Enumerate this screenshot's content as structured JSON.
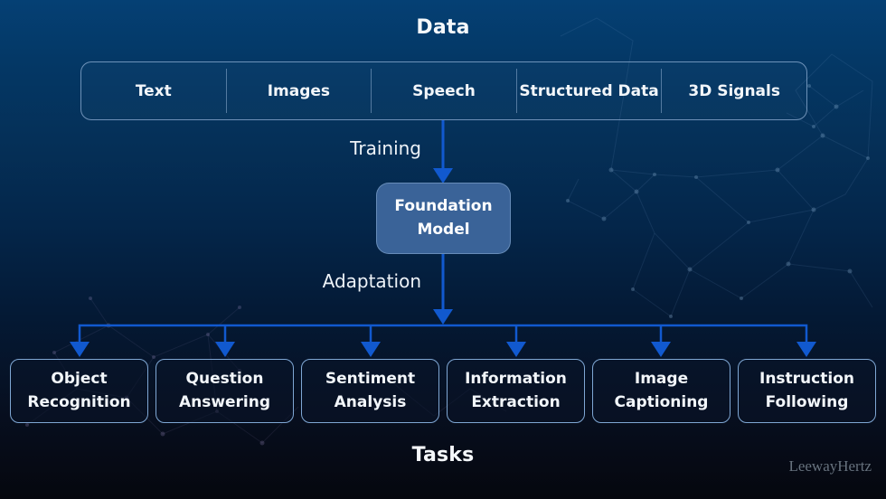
{
  "colors": {
    "background_top": "#054074",
    "background_bottom": "#05070e",
    "arrow_blue": "#1159cf",
    "box_border_light": "#7fa7d4",
    "foundation_fill": "#3a6398",
    "text_light": "#f2f6fa"
  },
  "diagram": {
    "data_title": "Data",
    "data_sources": [
      "Text",
      "Images",
      "Speech",
      "Structured Data",
      "3D Signals"
    ],
    "training_label": "Training",
    "foundation_model": {
      "line1": "Foundation",
      "line2": "Model"
    },
    "adaptation_label": "Adaptation",
    "tasks": [
      {
        "line1": "Object",
        "line2": "Recognition"
      },
      {
        "line1": "Question",
        "line2": "Answering"
      },
      {
        "line1": "Sentiment",
        "line2": "Analysis"
      },
      {
        "line1": "Information",
        "line2": "Extraction"
      },
      {
        "line1": "Image",
        "line2": "Captioning"
      },
      {
        "line1": "Instruction",
        "line2": "Following"
      }
    ],
    "tasks_title": "Tasks",
    "watermark": "LeewayHertz"
  }
}
